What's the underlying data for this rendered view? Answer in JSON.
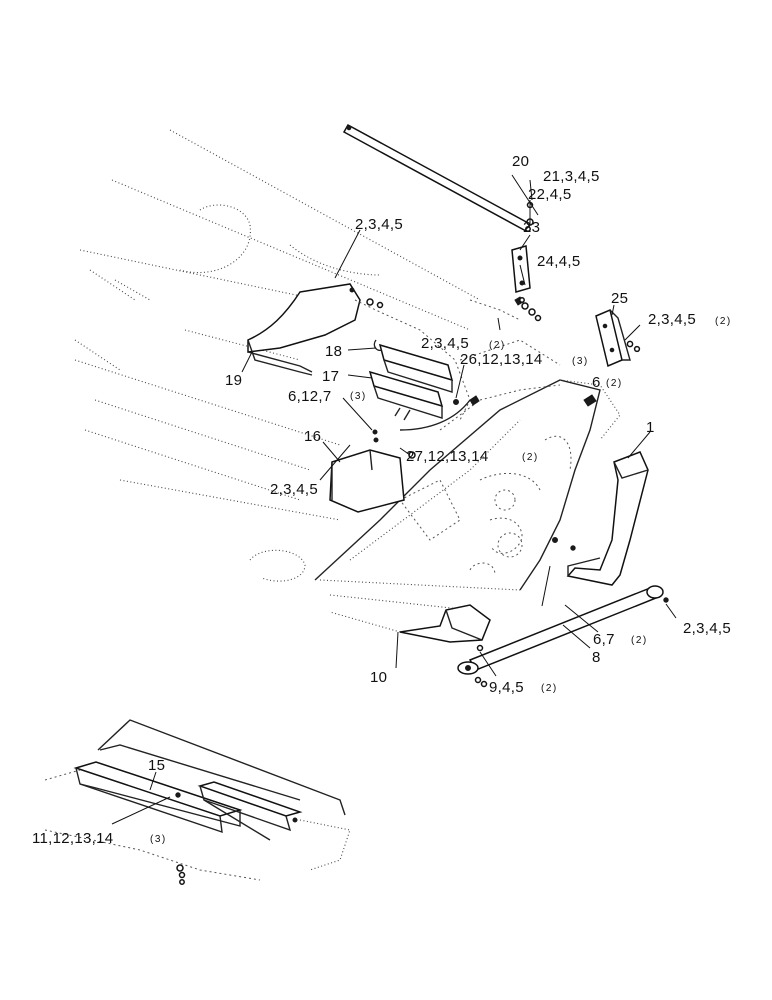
{
  "callouts": {
    "c20": "20",
    "c21": "21,3,4,5",
    "c22": "22,4,5",
    "c23": "23",
    "c24": "24,4,5",
    "c2345_top": "2,3,4,5",
    "c25": "25",
    "c2345_q25": "2,3,4,5",
    "q_2a": "(2)",
    "c2345_mid": "2,3,4,5",
    "q_2b": "(2)",
    "c26": "26,12,13,14",
    "q_3a": "(3)",
    "c18": "18",
    "c19": "19",
    "c17": "17",
    "c6_12_7": "6,12,7",
    "q_3b": "(3)",
    "c6": "6",
    "q_2c": "(2)",
    "c1": "1",
    "c16": "16",
    "c27": "27,12,13,14",
    "q_2d": "(2)",
    "c2345_left": "2,3,4,5",
    "c2345_right": "2,3,4,5",
    "c6_7": "6,7",
    "q_2e": "(2)",
    "c8": "8",
    "c10": "10",
    "c9": "9,4,5",
    "q_2f": "(2)",
    "c15": "15",
    "c11": "11,12,13,14",
    "q_3c": "(3)"
  }
}
